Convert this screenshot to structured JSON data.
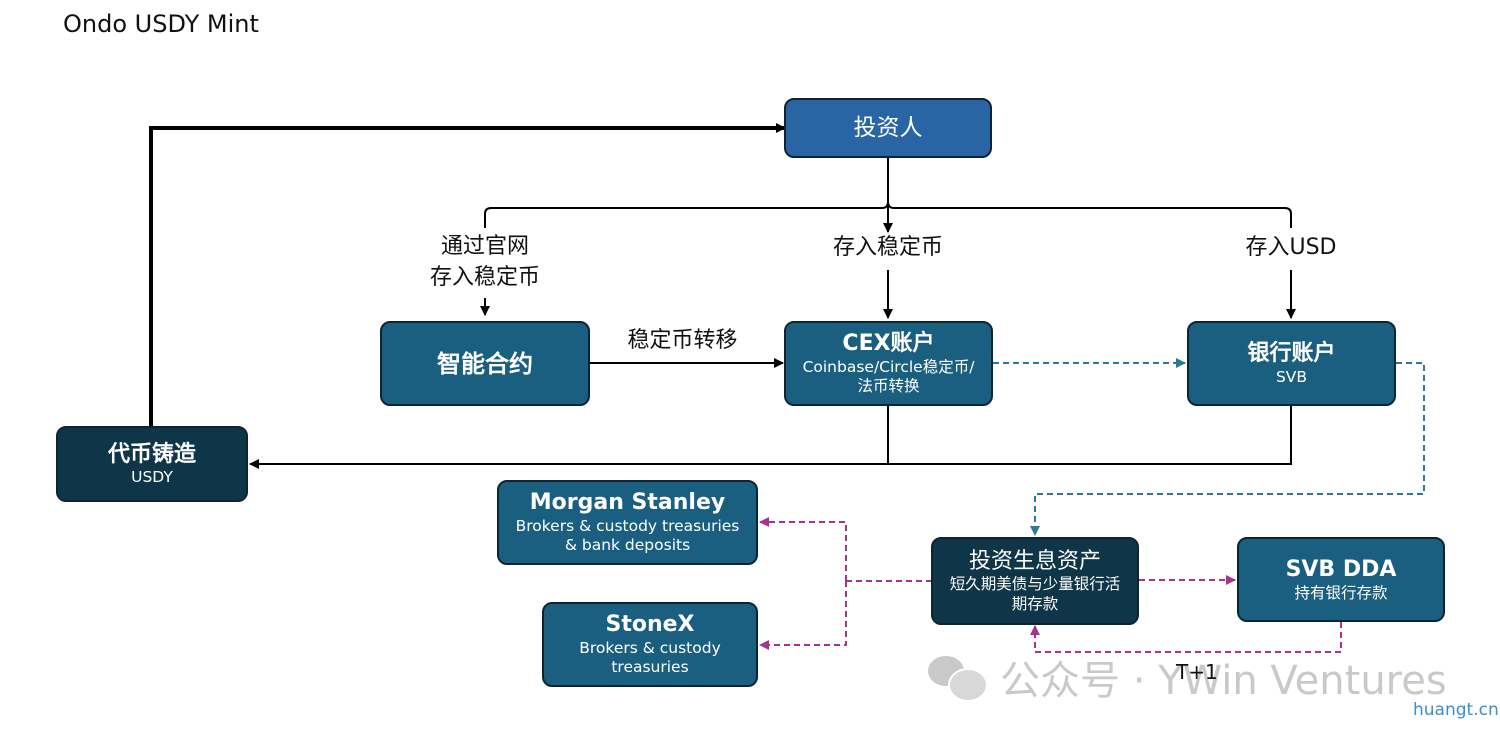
{
  "page": {
    "title": "Ondo USDY Mint"
  },
  "boxes": {
    "investor": {
      "title": "投资人"
    },
    "smart_contract": {
      "title": "智能合约"
    },
    "cex": {
      "title": "CEX账户",
      "subtitle": "Coinbase/Circle稳定币/法币转换"
    },
    "bank": {
      "title": "银行账户",
      "subtitle": "SVB"
    },
    "token_mint": {
      "title": "代币铸造",
      "subtitle": "USDY"
    },
    "morgan_stanley": {
      "title": "Morgan Stanley",
      "subtitle": "Brokers & custody treasuries & bank deposits"
    },
    "stonex": {
      "title": "StoneX",
      "subtitle": "Brokers & custody treasuries"
    },
    "yield_assets": {
      "title": "投资生息资产",
      "subtitle": "短久期美债与少量银行活期存款"
    },
    "svb_dda": {
      "title": "SVB DDA",
      "subtitle": "持有银行存款"
    }
  },
  "labels": {
    "via_website": "通过官网\n存入稳定币",
    "deposit_stablecoin": "存入稳定币",
    "deposit_usd": "存入USD",
    "stablecoin_transfer": "稳定币转移",
    "t_plus_one": "T+1"
  },
  "watermark": {
    "text": "公众号 · YWin Ventures",
    "site": "huangt.cn"
  },
  "colors": {
    "box_mid": "#1a5f80",
    "box_dark": "#0f3548",
    "box_light": "#2964a4",
    "teal_dashed": "#2a7a92",
    "purple_dashed": "#a8338e",
    "solid_line": "#000000"
  }
}
